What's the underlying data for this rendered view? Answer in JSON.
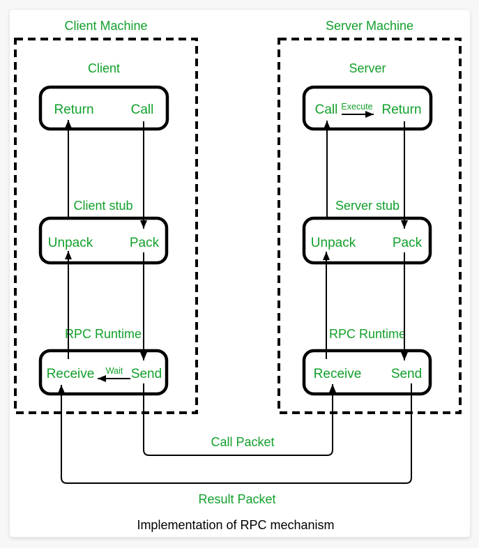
{
  "colors": {
    "green": "#12a02b",
    "line": "#000000",
    "panel_bg": "#ffffff",
    "page_bg": "#f7f7f7"
  },
  "caption": "Implementation of RPC mechanism",
  "client": {
    "machine": "Client Machine",
    "app": {
      "title": "Client",
      "left": "Return",
      "right": "Call"
    },
    "stub": {
      "title": "Client stub",
      "left": "Unpack",
      "right": "Pack"
    },
    "runtime": {
      "title": "RPC Runtime",
      "left": "Receive",
      "right": "Send",
      "arrow_label": "Wait"
    }
  },
  "server": {
    "machine": "Server Machine",
    "app": {
      "title": "Server",
      "left": "Call",
      "right": "Return",
      "arrow_label": "Execute"
    },
    "stub": {
      "title": "Server stub",
      "left": "Unpack",
      "right": "Pack"
    },
    "runtime": {
      "title": "RPC Runtime",
      "left": "Receive",
      "right": "Send"
    }
  },
  "packets": {
    "call": "Call Packet",
    "result": "Result Packet"
  }
}
